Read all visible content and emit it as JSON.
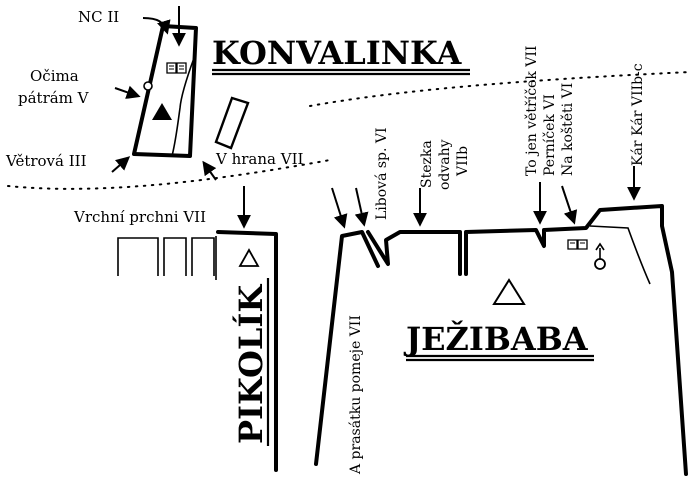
{
  "formations": {
    "konvalinka": "KONVALINKA",
    "pikolik": "PIKOLÍK",
    "jezibaba": "JEŽIBABA"
  },
  "routes": {
    "nc": "NC II",
    "ocima_line1": "Očima",
    "ocima_line2": "pátrám V",
    "vetrova": "Větrová III",
    "vhrana": "V hrana VII",
    "vrchni": "Vrchní prchni VII",
    "prasatku": "A prasátku pomeje VII",
    "libova": "Libová sp. VI",
    "stezka_line1": "Stezka",
    "stezka_line2": "odvahy",
    "stezka_line3": "VIIb",
    "tojen": "To jen větříček VII",
    "pernicek": "Perníček VI",
    "koste": "Na koštěti VI",
    "karkar": "Kár Kár VIIb-c"
  },
  "symbols": {
    "book": "book-icon",
    "anchor": "ring-anchor-icon",
    "summit": "summit-triangle-icon"
  }
}
